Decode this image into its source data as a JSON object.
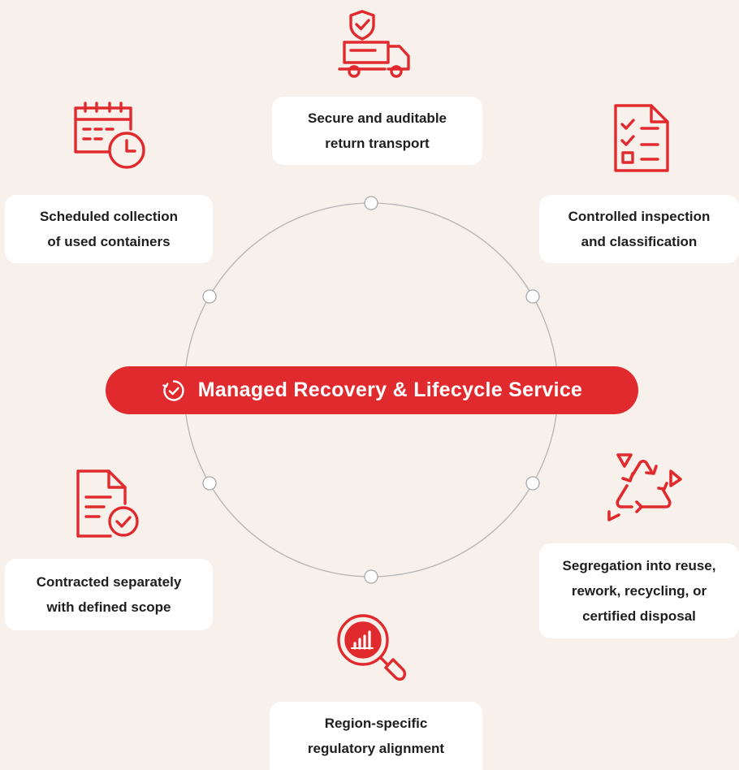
{
  "center": {
    "title": "Managed Recovery & Lifecycle Service",
    "icon": "refresh-check-icon"
  },
  "steps": [
    {
      "icon": "secure-truck-icon",
      "lines": [
        "Secure and auditable",
        "return transport"
      ]
    },
    {
      "icon": "checklist-document-icon",
      "lines": [
        "Controlled inspection",
        "and classification"
      ]
    },
    {
      "icon": "recycle-icon",
      "lines": [
        "Segregation into reuse,",
        "rework, recycling, or",
        "certified disposal"
      ]
    },
    {
      "icon": "magnifier-chart-icon",
      "lines": [
        "Region-specific",
        "regulatory alignment"
      ]
    },
    {
      "icon": "document-check-icon",
      "lines": [
        "Contracted separately",
        "with defined scope"
      ]
    },
    {
      "icon": "calendar-clock-icon",
      "lines": [
        "Scheduled collection",
        "of used containers"
      ]
    }
  ],
  "colors": {
    "accent": "#e12a2e",
    "background": "#f8f0eb",
    "card": "#ffffff",
    "ring": "#b3b3b3"
  }
}
